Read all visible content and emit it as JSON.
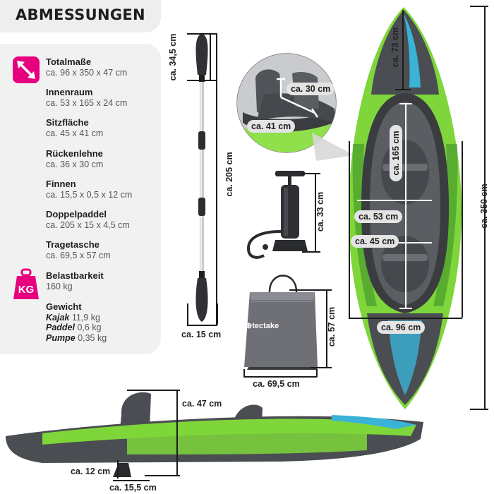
{
  "title": "ABMESSUNGEN",
  "specs": [
    {
      "label": "Totalmaße",
      "value": "ca. 96 x 350 x 47 cm"
    },
    {
      "label": "Innenraum",
      "value": "ca. 53 x 165 x 24 cm"
    },
    {
      "label": "Sitzfläche",
      "value": "ca. 45 x 41 cm"
    },
    {
      "label": "Rückenlehne",
      "value": "ca. 36 x 30 cm"
    },
    {
      "label": "Finnen",
      "value": "ca. 15,5 x 0,5 x 12 cm"
    },
    {
      "label": "Doppelpaddel",
      "value": "ca. 205 x 15 x 4,5 cm"
    },
    {
      "label": "Tragetasche",
      "value": "ca. 69,5 x 57 cm"
    },
    {
      "label": "Belastbarkeit",
      "value": "160 kg"
    }
  ],
  "weight": {
    "label": "Gewicht",
    "rows": [
      {
        "item": "Kajak",
        "value": "11,9 kg"
      },
      {
        "item": "Paddel",
        "value": "0,6 kg"
      },
      {
        "item": "Pumpe",
        "value": "0,35 kg"
      }
    ]
  },
  "kg_badge": "KG",
  "brand": "tectake",
  "dimensions": {
    "paddle_blade": "ca. 34,5 cm",
    "paddle_length": "ca. 205 cm",
    "paddle_width": "ca. 15 cm",
    "seat_back_width": "ca. 30 cm",
    "seat_depth": "ca. 41 cm",
    "pump_height": "ca. 33 cm",
    "bag_height": "ca. 57 cm",
    "bag_width": "ca. 69,5 cm",
    "bow_deck": "ca. 73 cm",
    "interior_length": "ca. 165 cm",
    "interior_width": "ca. 53 cm",
    "seat_width": "ca. 45 cm",
    "total_width": "ca. 96 cm",
    "total_length": "ca. 350 cm",
    "side_height": "ca. 47 cm",
    "fin_height": "ca. 12 cm",
    "fin_length": "ca. 15,5 cm"
  },
  "colors": {
    "accent": "#e6007e",
    "kayak_green": "#7ed63a",
    "kayak_grey": "#4a4d52",
    "kayak_blue": "#3ab3d6"
  }
}
